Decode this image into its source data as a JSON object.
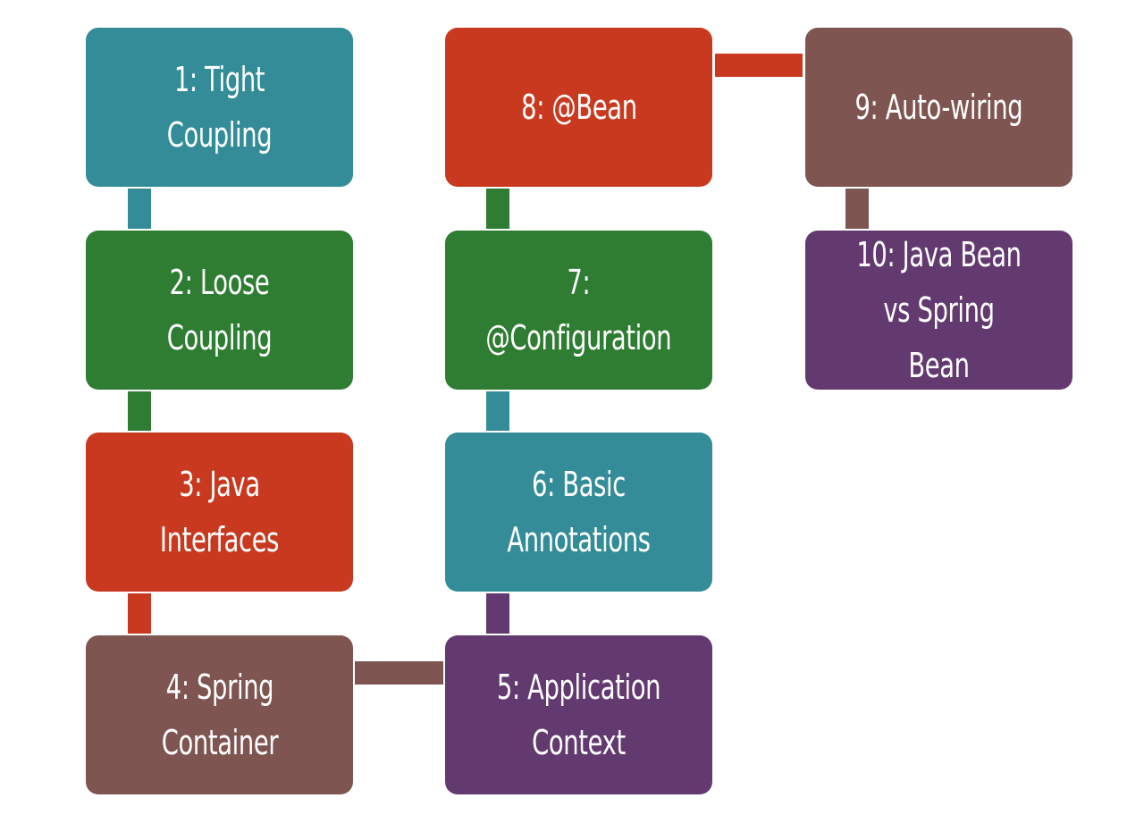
{
  "steps": [
    {
      "id": "1",
      "label": "1: Tight Coupling",
      "color": "#338c97"
    },
    {
      "id": "2",
      "label": "2: Loose Coupling",
      "color": "#2e7d32"
    },
    {
      "id": "3",
      "label": "3: Java Interfaces",
      "color": "#c8391f"
    },
    {
      "id": "4",
      "label": "4: Spring Container",
      "color": "#7f5552"
    },
    {
      "id": "5",
      "label": "5: Application Context",
      "color": "#633a70"
    },
    {
      "id": "6",
      "label": "6: Basic Annotations",
      "color": "#338c97"
    },
    {
      "id": "7",
      "label": "7: @Configuration",
      "color": "#2e7d32"
    },
    {
      "id": "8",
      "label": "8: @Bean",
      "color": "#c8391f"
    },
    {
      "id": "9",
      "label": "9: Auto-wiring",
      "color": "#7f5552"
    },
    {
      "id": "10",
      "label": "10: Java Bean vs Spring Bean",
      "color": "#633a70"
    }
  ],
  "connections": [
    {
      "from": "1",
      "to": "2"
    },
    {
      "from": "2",
      "to": "3"
    },
    {
      "from": "3",
      "to": "4"
    },
    {
      "from": "4",
      "to": "5"
    },
    {
      "from": "5",
      "to": "6"
    },
    {
      "from": "6",
      "to": "7"
    },
    {
      "from": "7",
      "to": "8"
    },
    {
      "from": "8",
      "to": "9"
    },
    {
      "from": "9",
      "to": "10"
    }
  ]
}
